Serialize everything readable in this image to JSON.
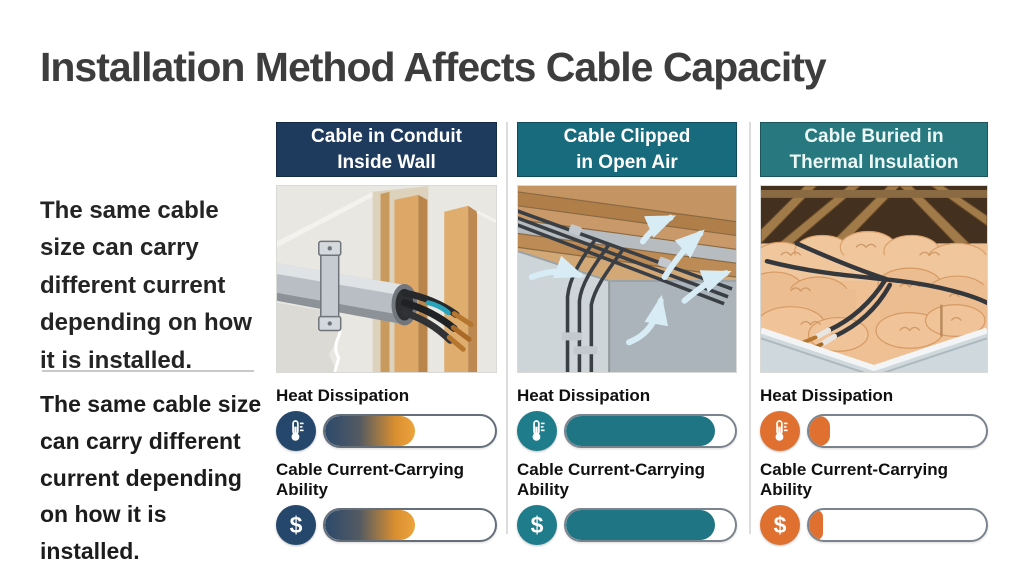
{
  "title": "Installation Method Affects Cable Capacity",
  "intro": {
    "text_top": "The same cable size can carry different current depending on how it is installed.",
    "text_bottom": "The same cable size can carry different current depending on how it is installed."
  },
  "metrics": {
    "heat_label": "Heat Dissipation",
    "current_label": "Cable Current-Carrying Ability",
    "heat_icon": "thermometer-icon",
    "current_icon": "dollar-icon",
    "dollar_glyph": "$"
  },
  "colors": {
    "navy": "#1e3b5e",
    "teal_header_open_air": "#186a7d",
    "teal_header_insulation": "#27787f",
    "teal_fill": "#1f7583",
    "orange": "#e0702f",
    "bar_gradient_start": "#2c4a6b",
    "bar_gradient_end": "#eca43c",
    "title_text": "#3d3d3d"
  },
  "panels": [
    {
      "header_line1": "Cable in Conduit",
      "header_line2": "Inside Wall",
      "illustration": "cable-in-conduit-inside-wall",
      "heat_value": 53,
      "current_value": 53
    },
    {
      "header_line1": "Cable Clipped",
      "header_line2": "in Open Air",
      "illustration": "cable-clipped-in-open-air",
      "heat_value": 88,
      "current_value": 88
    },
    {
      "header_line1": "Cable Buried in",
      "header_line2": "Thermal Insulation",
      "illustration": "cable-buried-in-thermal-insulation",
      "heat_value": 12,
      "current_value": 8
    }
  ]
}
